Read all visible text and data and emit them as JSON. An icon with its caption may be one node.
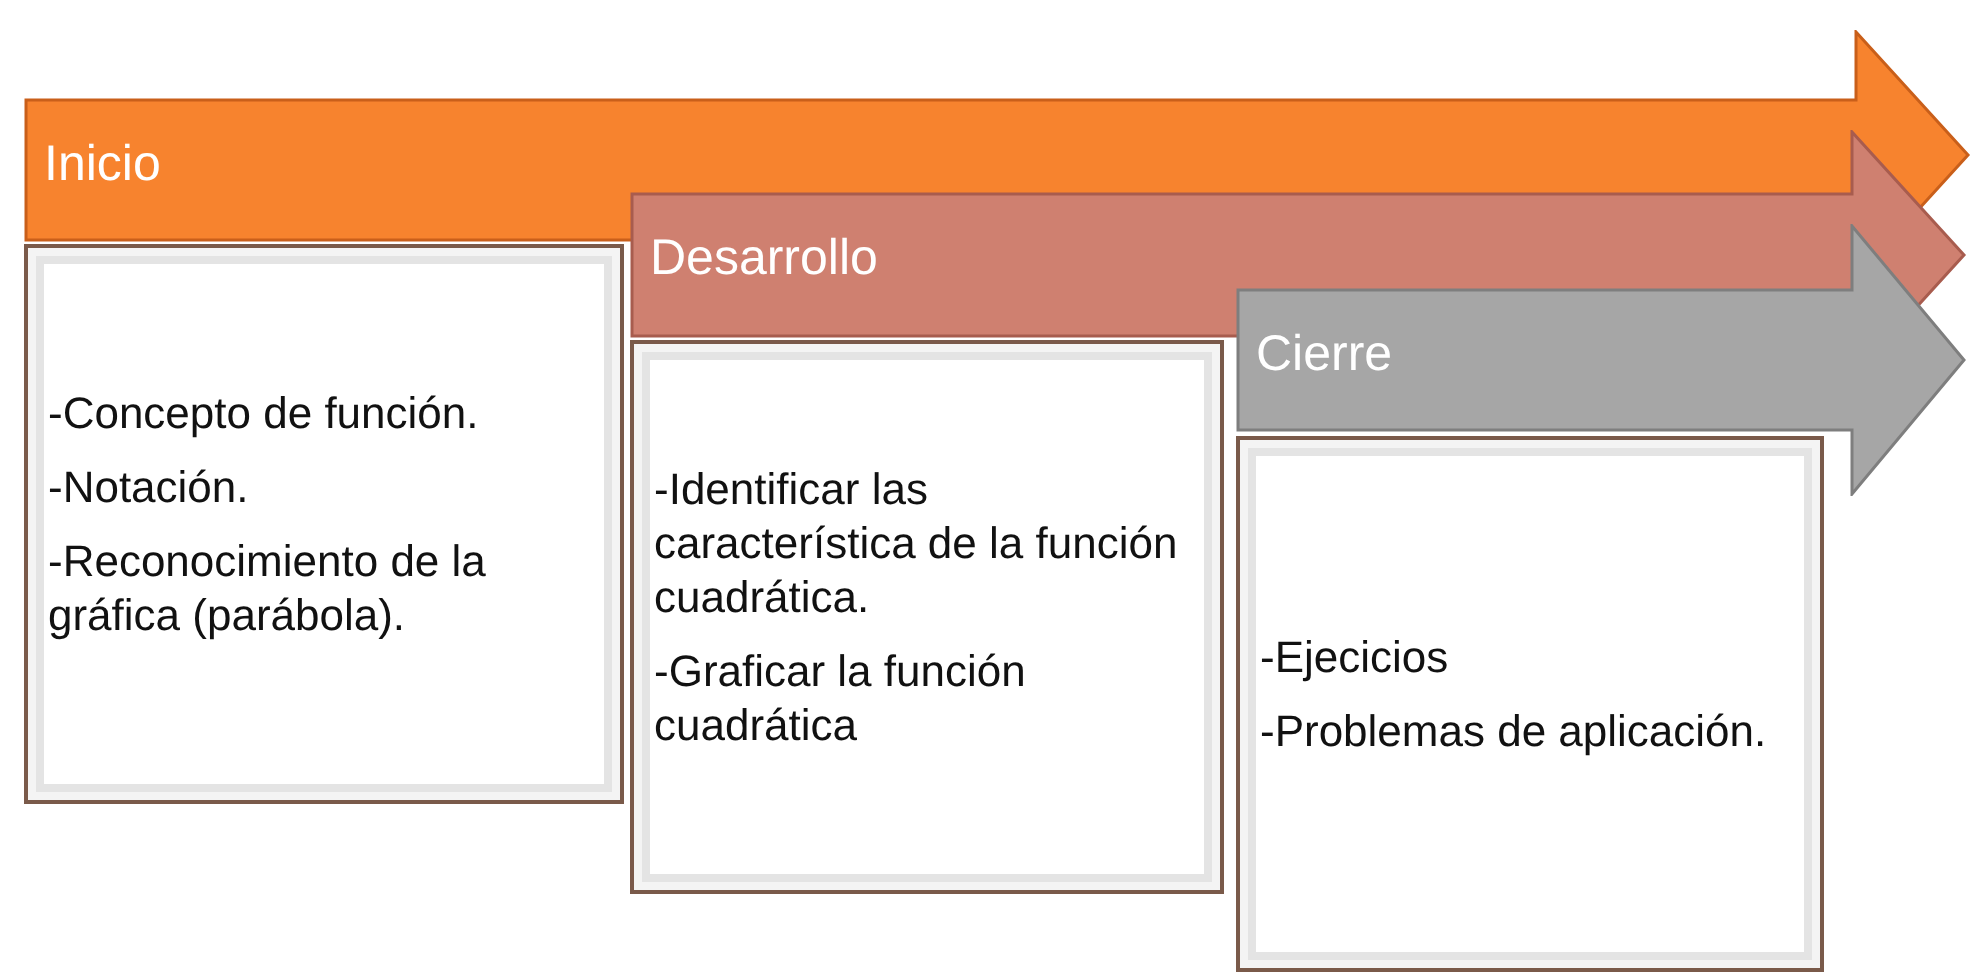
{
  "diagram": {
    "nodes": [
      {
        "text": [
          "Inicio"
        ]
      },
      {
        "text": [
          "-Concepto de función.",
          "-Notación.",
          "-Reconocimiento de la gráfica (parábola)."
        ]
      },
      {
        "text": [
          "Desarrollo"
        ]
      },
      {
        "text": [
          "-Identificar las característica de la función cuadrática.",
          "-Graficar la función cuadrática"
        ]
      },
      {
        "text": [
          "Cierre"
        ]
      },
      {
        "text": [
          "-Ejecicios",
          "-Problemas de aplicación."
        ]
      }
    ]
  }
}
